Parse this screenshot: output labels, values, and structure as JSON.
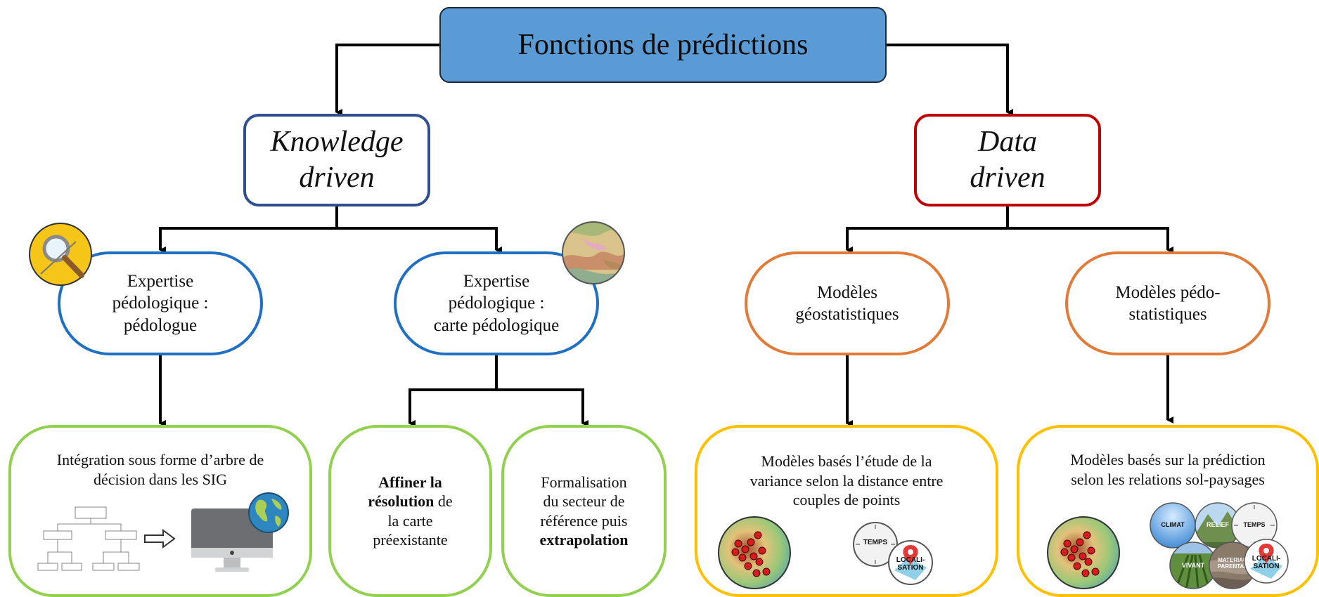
{
  "root": {
    "label": "Fonctions de prédictions"
  },
  "categories": {
    "knowledge": {
      "line1": "Knowledge",
      "line2": "driven"
    },
    "data": {
      "line1": "Data",
      "line2": "driven"
    }
  },
  "methods": {
    "expert_pedologue": [
      "Expertise",
      "pédologique :",
      "pédologue"
    ],
    "expert_carte": [
      "Expertise",
      "pédologique :",
      "carte pédologique"
    ],
    "geostat": [
      "Modèles",
      "géostatistiques"
    ],
    "pedostat": [
      "Modèles pédo-",
      "statistiques"
    ]
  },
  "leaves": {
    "integration": [
      "Intégration sous forme d’arbre de",
      "décision dans les SIG"
    ],
    "affiner": {
      "bold": "Affiner la",
      "bold2": "résolution",
      "rest1": " de",
      "rest2": "la carte",
      "rest3": "préexistante"
    },
    "formalisation": {
      "l1": "Formalisation",
      "l2": "du secteur de",
      "l3": "référence puis",
      "bold": "extrapolation"
    },
    "variance": [
      "Modèles basés l’étude de la",
      "variance selon la distance entre",
      "couples de points"
    ],
    "prediction": [
      "Modèles basés sur la prédiction",
      "selon les relations sol-paysages"
    ]
  },
  "picture_labels": {
    "temps": "TEMPS",
    "localisation_1": "LOCALI-",
    "localisation_2": "SATION",
    "climat": "CLIMAT",
    "relief": "RELIEF",
    "vivant": "VIVANT",
    "materiau_1": "MATERIAU",
    "materiau_2": "PARENTAL"
  },
  "icons": [
    "magnifier-icon",
    "soil-map-icon",
    "globe-icon",
    "monitor-icon",
    "arrow-icon",
    "elevation-points-icon",
    "clock-icon",
    "map-pin-icon"
  ],
  "colors": {
    "root_fill": "#5b9bd5",
    "knowledge_border": "#2f4f8f",
    "data_border": "#c00000",
    "blue_pill": "#1f6fc2",
    "orange_pill": "#e07b39",
    "green_leaf": "#92d050",
    "yellow_leaf": "#ffc000"
  }
}
